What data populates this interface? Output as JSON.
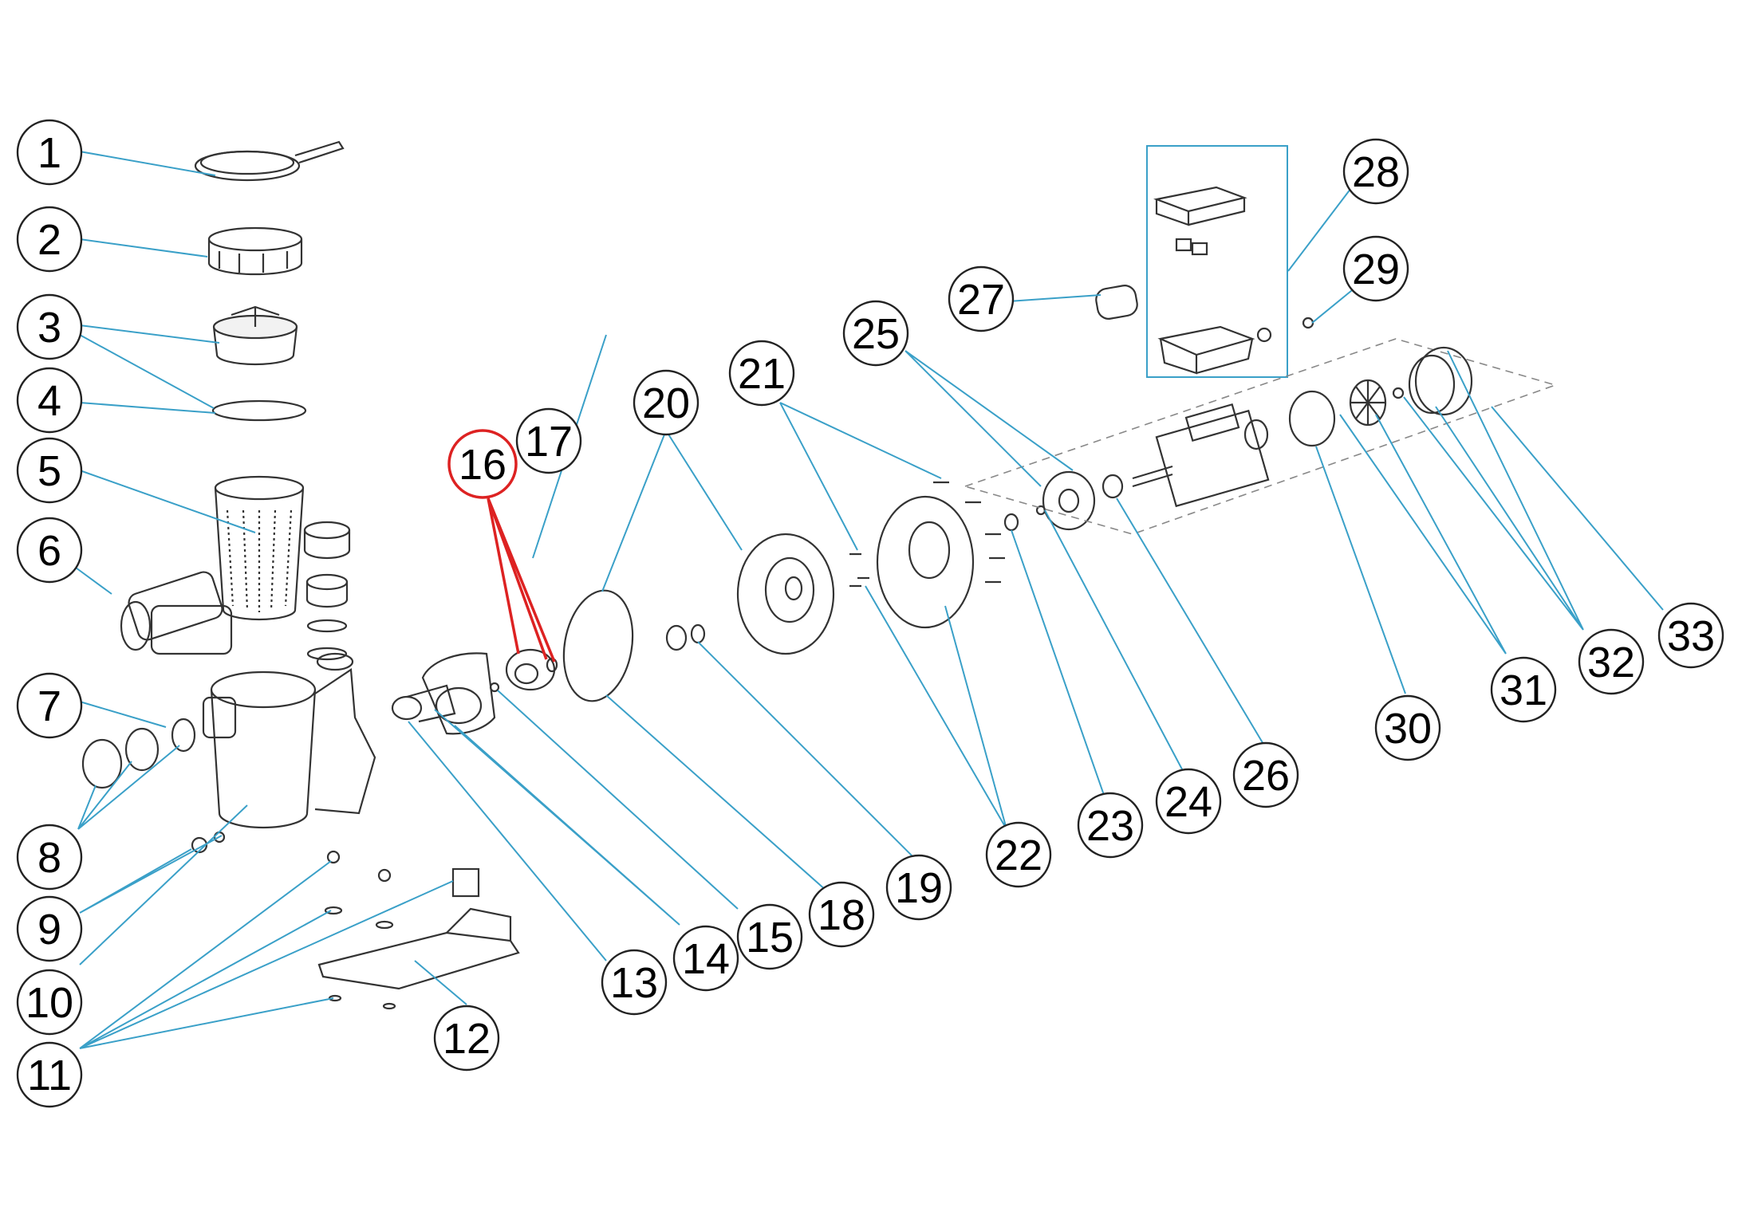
{
  "diagram": {
    "highlight_color": "#dd2222",
    "leader_color": "#3aa0c8",
    "highlighted_part": "16",
    "callouts": [
      {
        "id": "c1",
        "label": "1"
      },
      {
        "id": "c2",
        "label": "2"
      },
      {
        "id": "c3",
        "label": "3"
      },
      {
        "id": "c4",
        "label": "4"
      },
      {
        "id": "c5",
        "label": "5"
      },
      {
        "id": "c6",
        "label": "6"
      },
      {
        "id": "c7",
        "label": "7"
      },
      {
        "id": "c8",
        "label": "8"
      },
      {
        "id": "c9",
        "label": "9"
      },
      {
        "id": "c10",
        "label": "10"
      },
      {
        "id": "c11",
        "label": "11"
      },
      {
        "id": "c12",
        "label": "12"
      },
      {
        "id": "c13",
        "label": "13"
      },
      {
        "id": "c14",
        "label": "14"
      },
      {
        "id": "c15",
        "label": "15"
      },
      {
        "id": "c16",
        "label": "16"
      },
      {
        "id": "c17",
        "label": "17"
      },
      {
        "id": "c18",
        "label": "18"
      },
      {
        "id": "c19",
        "label": "19"
      },
      {
        "id": "c20",
        "label": "20"
      },
      {
        "id": "c21",
        "label": "21"
      },
      {
        "id": "c22",
        "label": "22"
      },
      {
        "id": "c23",
        "label": "23"
      },
      {
        "id": "c24",
        "label": "24"
      },
      {
        "id": "c25",
        "label": "25"
      },
      {
        "id": "c26",
        "label": "26"
      },
      {
        "id": "c27",
        "label": "27"
      },
      {
        "id": "c28",
        "label": "28"
      },
      {
        "id": "c29",
        "label": "29"
      },
      {
        "id": "c30",
        "label": "30"
      },
      {
        "id": "c31",
        "label": "31"
      },
      {
        "id": "c32",
        "label": "32"
      },
      {
        "id": "c33",
        "label": "33"
      }
    ]
  }
}
